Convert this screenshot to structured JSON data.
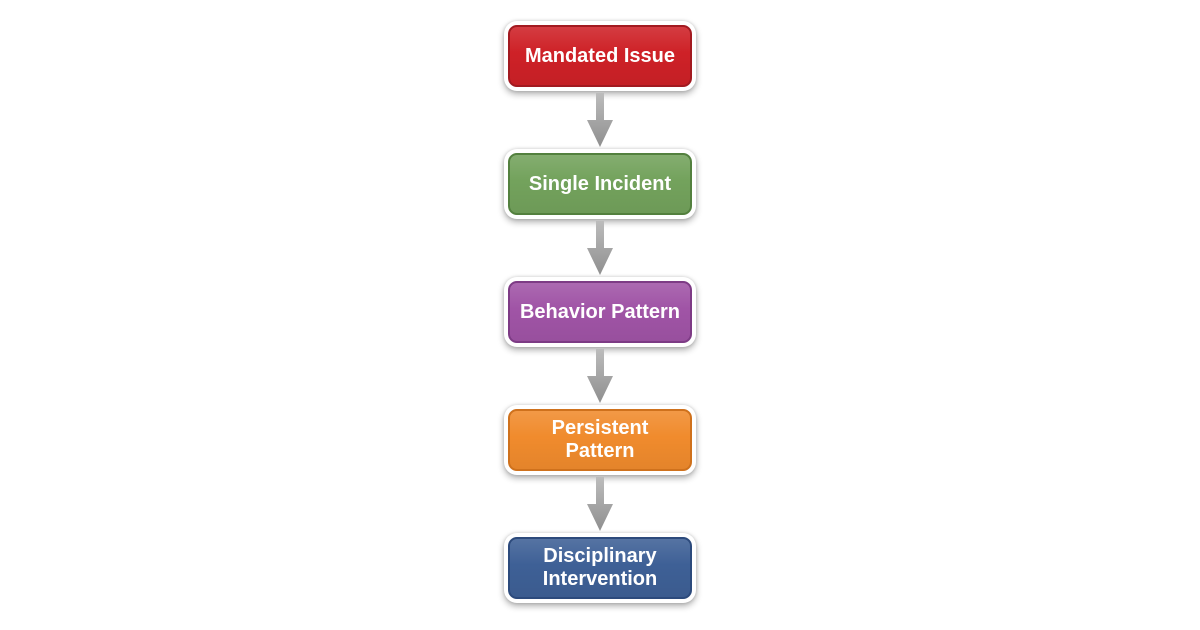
{
  "diagram": {
    "background_color": "#ffffff",
    "text_color": "#ffffff",
    "nodes": [
      {
        "label": "Mandated Issue",
        "color": "#ce2127",
        "border_color": "#a21a20"
      },
      {
        "label": "Single Incident",
        "color": "#73a25c",
        "border_color": "#53803e"
      },
      {
        "label": "Behavior Pattern",
        "color": "#a054a6",
        "border_color": "#7d3b85"
      },
      {
        "label": "Persistent Pattern",
        "color": "#f08b2d",
        "border_color": "#cf711c"
      },
      {
        "label": "Disciplinary Intervention",
        "color": "#3e6096",
        "border_color": "#2c4a7c"
      }
    ],
    "arrow": {
      "name": "down-arrow",
      "gradient_top": "#bcbcbc",
      "gradient_bottom": "#8f8f8f"
    }
  }
}
